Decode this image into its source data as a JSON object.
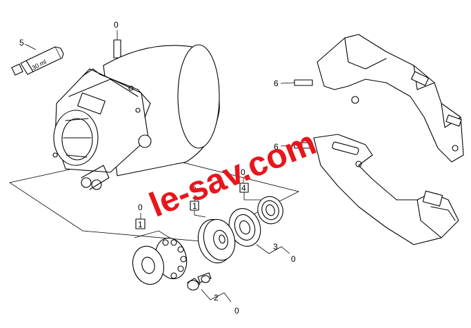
{
  "watermark": {
    "text": "le-sav.com",
    "color": "#e8161c"
  },
  "tube_label": "30 ml",
  "callouts": {
    "housing_qty": "0",
    "tube_ref": "5",
    "bracket_upper_ref": "6",
    "bracket_lower_ref": "6",
    "seal_qty": "0",
    "seal_ref": "4",
    "disc_qty": "0",
    "disc_ref": "1",
    "bearing_qty": "0",
    "bearing_ref": "1",
    "ring_ref": "3",
    "ring_qty": "0",
    "screw_ref": "2",
    "screw_qty": "0"
  }
}
